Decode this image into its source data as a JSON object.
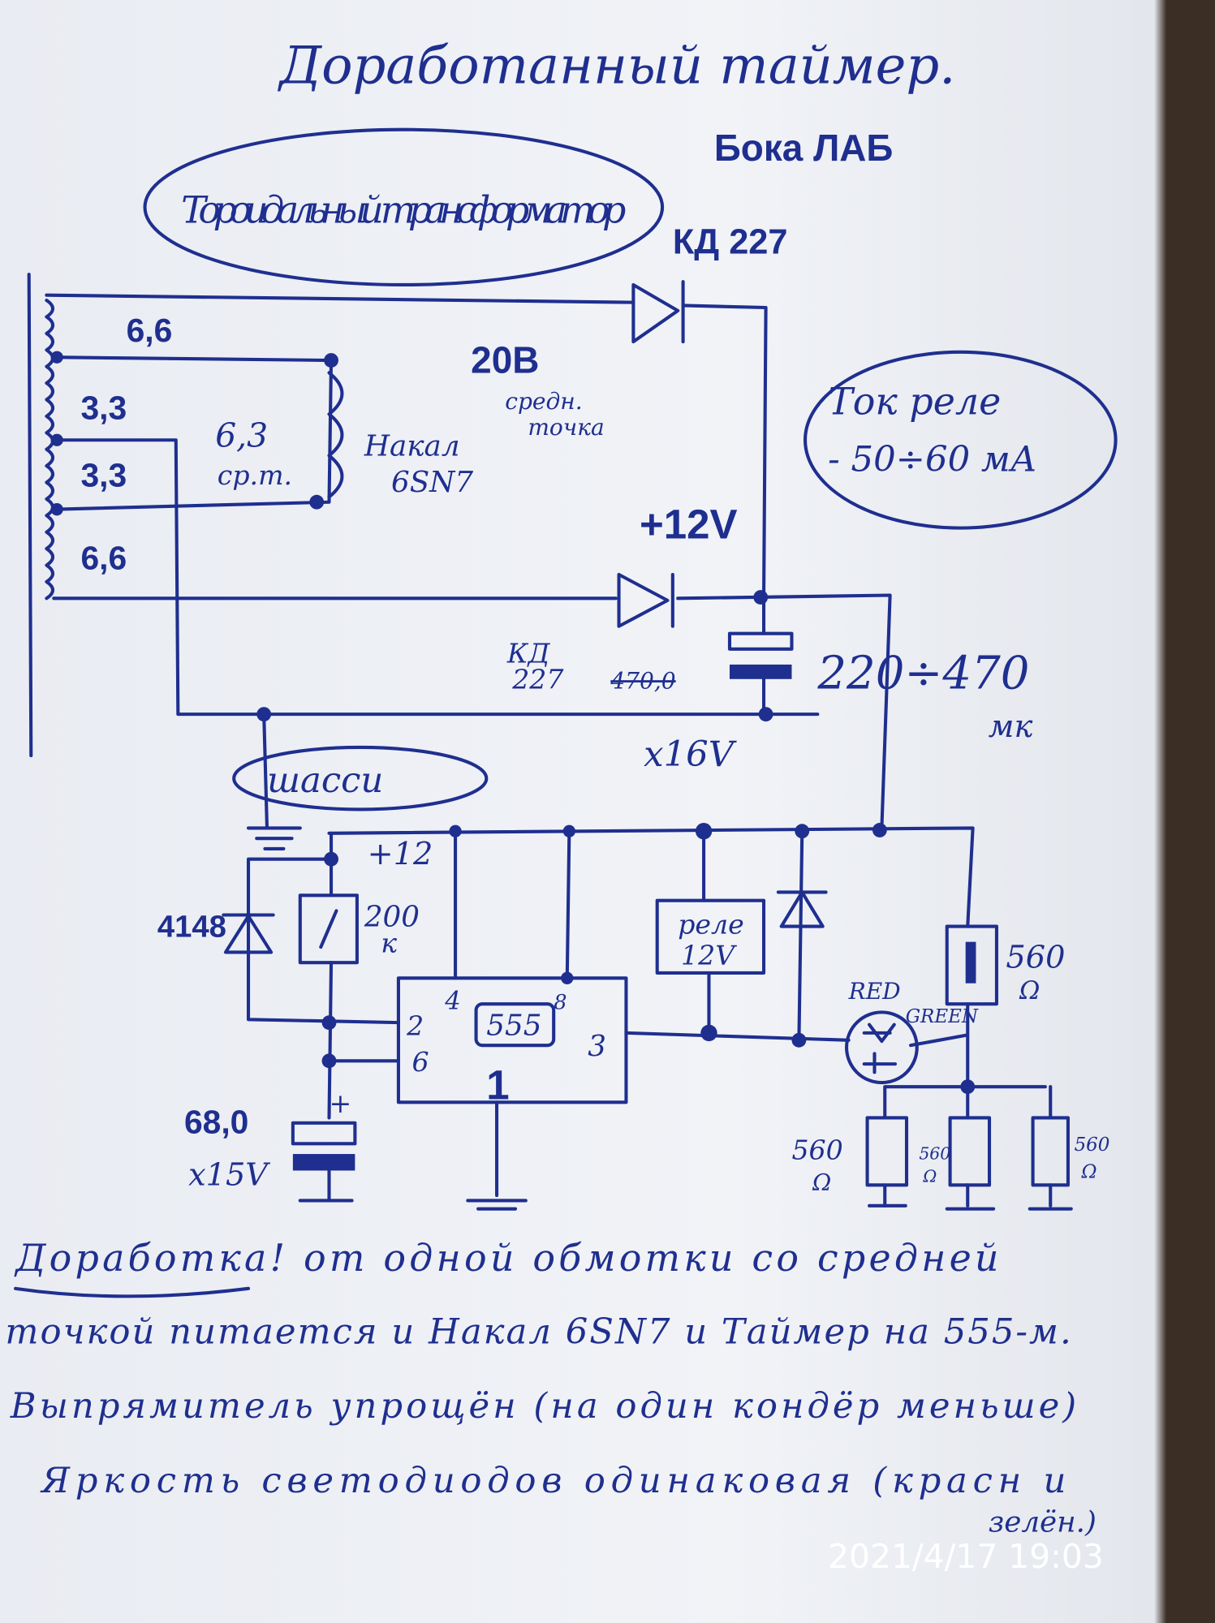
{
  "title": "Доработанный таймер.",
  "author": "Бока ЛАБ",
  "transformer_label": "Тороидальный трансформатор",
  "labels": {
    "diode_top": "КД 227",
    "tap_1": "6,6",
    "tap_2": "3,3",
    "tap_3": "3,3",
    "tap_4": "6,6",
    "heater_voltage": "6,3",
    "heater_ct": "ср.т.",
    "heater_1": "Накал",
    "heater_2": "6SN7",
    "v20": "20В",
    "midpoint_1": "средн.",
    "midpoint_2": "точка",
    "relay_current_1": "Ток реле",
    "relay_current_2": "- 50÷60 мА",
    "plus12v": "+12V",
    "diode_bottom_1": "КД",
    "diode_bottom_2": "227",
    "cap_crossed": "470,0",
    "cap_range": "220÷470",
    "cap_unit": "мк",
    "cap_voltage": "x16V",
    "chassis": "шасси",
    "plus12": "+12",
    "diode_4148": "4148",
    "res_200": "200",
    "res_200_unit": "к",
    "ic": "555",
    "pin2": "2",
    "pin4": "4",
    "pin8": "8",
    "pin6": "6",
    "pin3": "3",
    "pin1": "1",
    "relay_1": "реле",
    "relay_2": "12V",
    "red": "RED",
    "green": "GREEN",
    "r560_value": "560",
    "ohm": "Ω",
    "cap68": "68,0",
    "cap68_voltage": "x15V",
    "plus": "+"
  },
  "notes": [
    "Доработка!  от одной обмотки со средней",
    "точкой питается и  Накал 6SN7 и Таймер на 555-м.",
    "Выпрямитель упрощён (на один кондёр меньше)",
    "Яркость светодиодов одинаковая (красн и",
    "зелён.)"
  ],
  "timestamp": "2021/4/17  19:03"
}
